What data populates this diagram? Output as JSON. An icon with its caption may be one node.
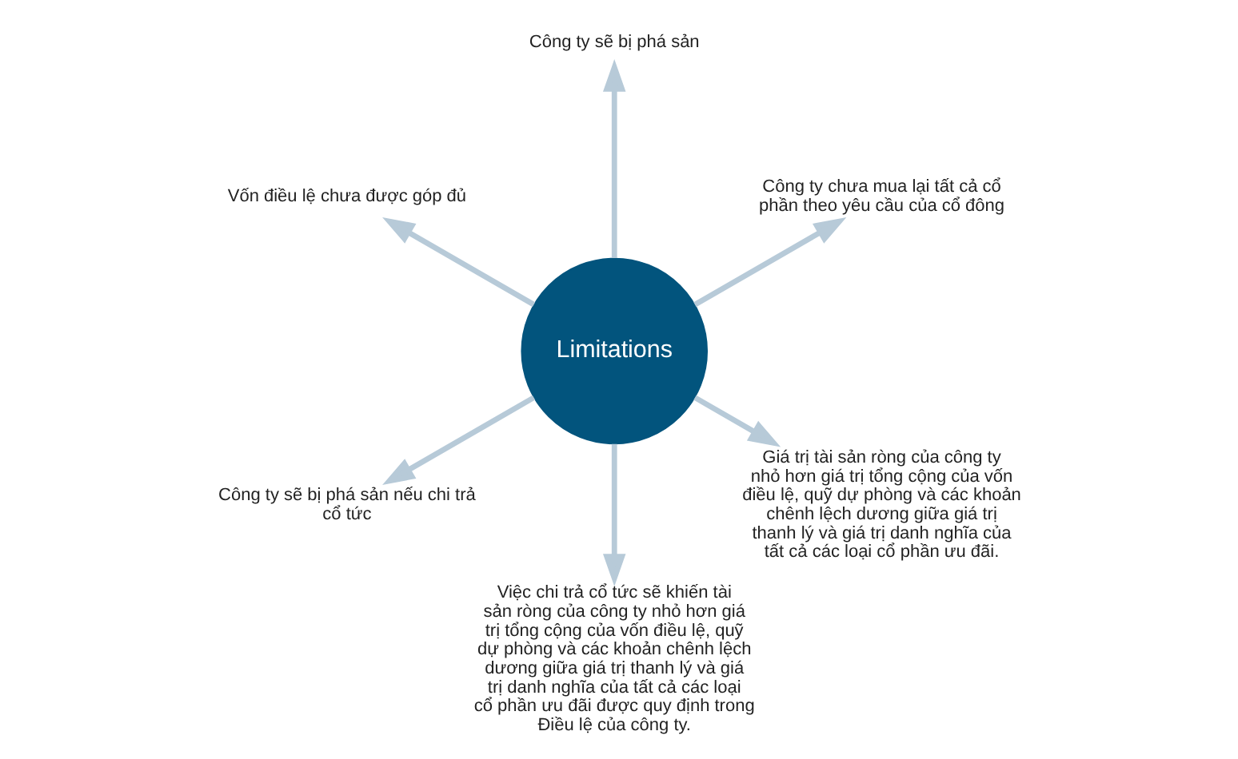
{
  "diagram": {
    "nodes": [
      {
        "text": [
          "Limitations"
        ]
      },
      {
        "text": [
          "Công ty chưa mua lại tất cả cổ phần theo yêu cầu của cổ đông"
        ]
      },
      {
        "text": [
          "Công ty sẽ bị phá sản"
        ]
      },
      {
        "text": [
          "Vốn điều lệ chưa được góp đủ"
        ]
      },
      {
        "text": [
          "Công ty sẽ bị phá sản nếu chi trả cổ tức"
        ]
      },
      {
        "text": [
          "Việc chi trả cổ tức sẽ khiến tài sản ròng của công ty nhỏ hơn giá trị tổng cộng của vốn điều lệ, quỹ dự phòng và các khoản chênh lệch dương giữa giá trị thanh lý và giá trị danh nghĩa của tất cả các loại cổ phần ưu đãi được quy định trong Điều lệ của công ty."
        ]
      },
      {
        "text": [
          "Giá trị tài sản ròng của công ty nhỏ hơn giá trị tổng cộng của vốn điều lệ, quỹ dự phòng và các khoản chênh lệch dương giữa giá trị thanh lý và giá trị danh nghĩa của tất cả các loại cổ phần ưu đãi."
        ]
      }
    ],
    "edges": [
      {
        "from": 0,
        "to": 1,
        "arrow": "to"
      },
      {
        "from": 0,
        "to": 2,
        "arrow": "to"
      },
      {
        "from": 0,
        "to": 3,
        "arrow": "to"
      },
      {
        "from": 0,
        "to": 4,
        "arrow": "to"
      },
      {
        "from": 0,
        "to": 5,
        "arrow": "to"
      },
      {
        "from": 0,
        "to": 6,
        "arrow": "to"
      }
    ]
  }
}
